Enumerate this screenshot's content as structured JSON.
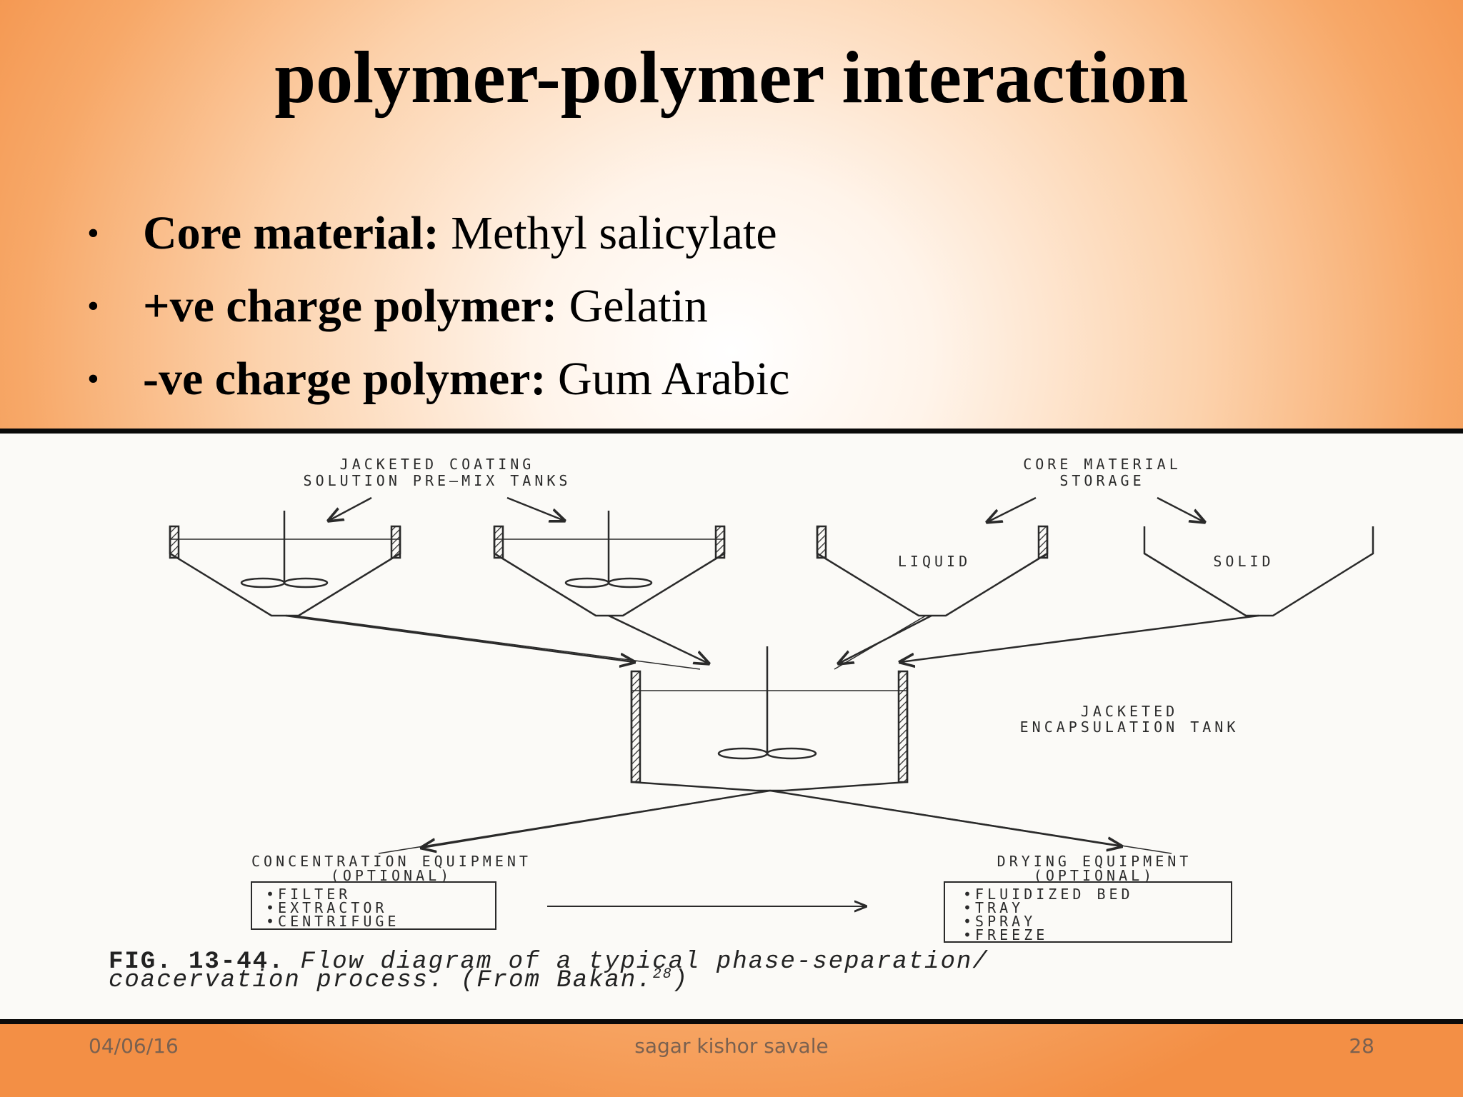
{
  "slide": {
    "title": "polymer-polymer interaction",
    "bullets": [
      {
        "label": "Core material:",
        "value": " Methyl salicylate"
      },
      {
        "label": "+ve charge polymer:",
        "value": " Gelatin"
      },
      {
        "label": "-ve charge polymer:",
        "value": " Gum Arabic"
      }
    ],
    "bullet_glyph": "•"
  },
  "figure": {
    "labels": {
      "coating_tanks_1": "JACKETED COATING",
      "coating_tanks_2": "SOLUTION PRE—MIX TANKS",
      "core_storage_1": "CORE MATERIAL",
      "core_storage_2": "STORAGE",
      "liquid": "LIQUID",
      "solid": "SOLID",
      "encap_tank_1": "JACKETED",
      "encap_tank_2": "ENCAPSULATION TANK",
      "concentration_1": "CONCENTRATION EQUIPMENT",
      "concentration_2": "(OPTIONAL)",
      "drying_1": "DRYING EQUIPMENT",
      "drying_2": "(OPTIONAL)"
    },
    "concentration_items": [
      "•FILTER",
      "•EXTRACTOR",
      "•CENTRIFUGE"
    ],
    "drying_items": [
      "•FLUIDIZED BED",
      "•TRAY",
      "•SPRAY",
      "•FREEZE"
    ],
    "caption_bold": "FIG. 13-44.",
    "caption_line1": "Flow diagram of a typical phase-separation/",
    "caption_line2": "coacervation process. (From Bakan.",
    "caption_ref": "28",
    "caption_end": ")"
  },
  "footer": {
    "date": "04/06/16",
    "author": "sagar kishor savale",
    "page": "28"
  },
  "colors": {
    "background_edge": "#f38f45",
    "background_center": "#ffffff",
    "figure_background": "#fbfaf7",
    "line": "#2a2a2a",
    "footer_text": "#7a6150"
  }
}
